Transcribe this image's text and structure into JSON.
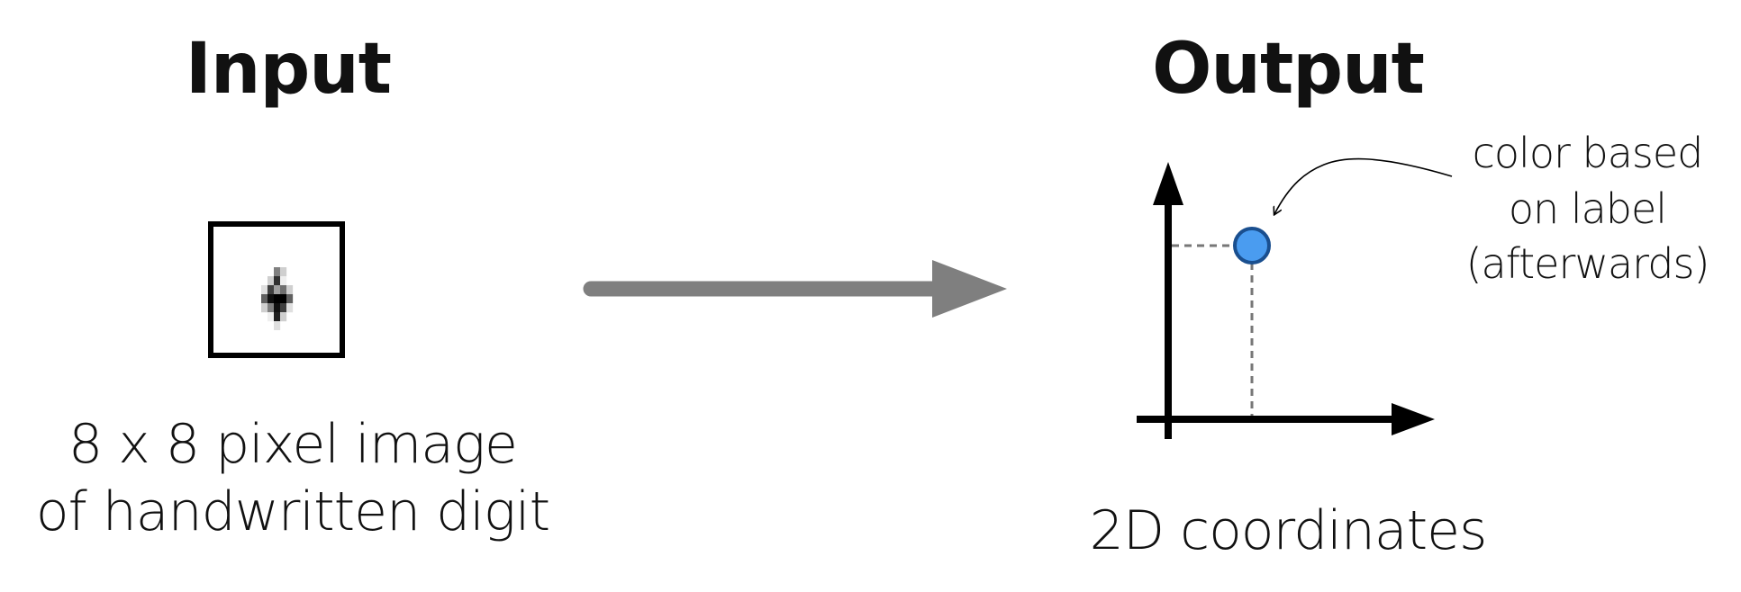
{
  "input": {
    "title": "Input",
    "caption_line1": "8 x 8 pixel image",
    "caption_line2": "of handwritten digit"
  },
  "output": {
    "title": "Output",
    "caption": "2D coordinates",
    "annotation_line1": "color based",
    "annotation_line2": "on label",
    "annotation_line3": "(afterwards)"
  },
  "digit_pixels": [
    [
      0,
      0,
      0,
      0,
      0,
      0,
      0,
      0
    ],
    [
      0,
      0,
      0,
      8,
      3,
      0,
      0,
      0
    ],
    [
      0,
      0,
      3,
      13,
      1,
      0,
      0,
      0
    ],
    [
      0,
      2,
      12,
      6,
      9,
      3,
      0,
      0
    ],
    [
      0,
      10,
      15,
      16,
      16,
      10,
      0,
      0
    ],
    [
      0,
      3,
      8,
      15,
      12,
      2,
      0,
      0
    ],
    [
      0,
      0,
      1,
      14,
      3,
      0,
      0,
      0
    ],
    [
      0,
      0,
      0,
      2,
      0,
      0,
      0,
      0
    ]
  ],
  "colors": {
    "arrow": "#7f7f7f",
    "point_fill": "#4a9cf0",
    "point_stroke": "#1a4f8f",
    "axes": "#000000",
    "guide": "#777777"
  }
}
